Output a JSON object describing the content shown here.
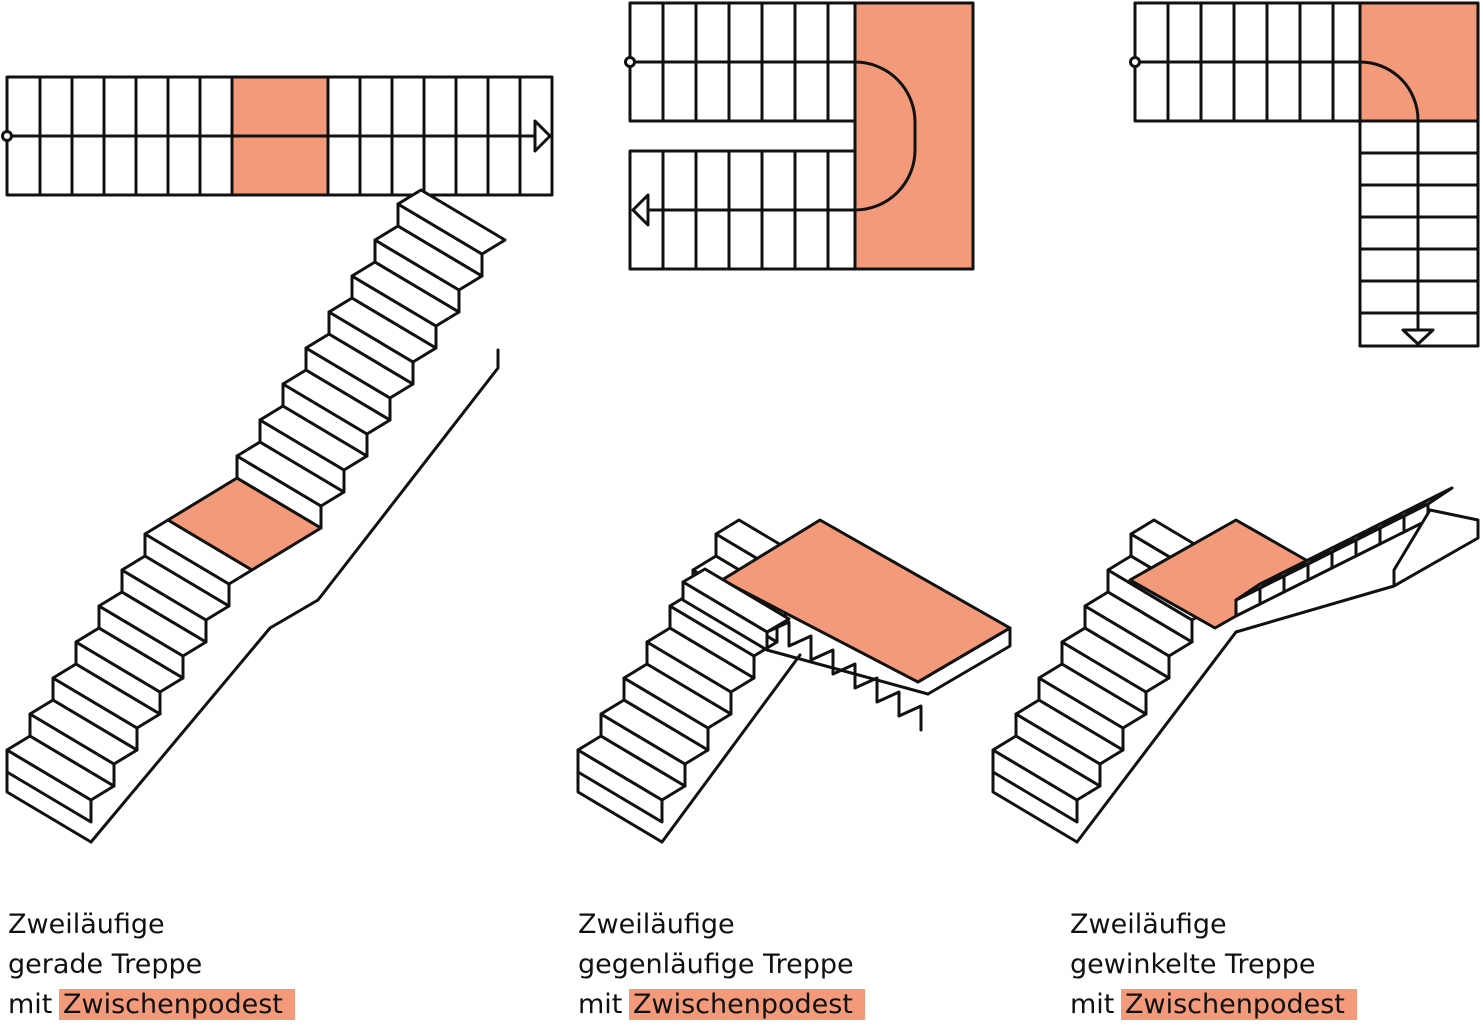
{
  "colors": {
    "landing": "#f29a79",
    "line": "#111111",
    "tread": "#ffffff"
  },
  "figures": [
    {
      "id": "straight",
      "caption": {
        "line1": "Zweiläufige",
        "line2": "gerade Treppe",
        "prefix": "mit",
        "highlight": "Zwischenpodest"
      }
    },
    {
      "id": "half-turn",
      "caption": {
        "line1": "Zweiläufige",
        "line2": "gegenläufige Treppe",
        "prefix": "mit",
        "highlight": "Zwischenpodest"
      }
    },
    {
      "id": "quarter-turn",
      "caption": {
        "line1": "Zweiläufige",
        "line2": "gewinkelte Treppe",
        "prefix": "mit",
        "highlight": "Zwischenpodest"
      }
    }
  ]
}
